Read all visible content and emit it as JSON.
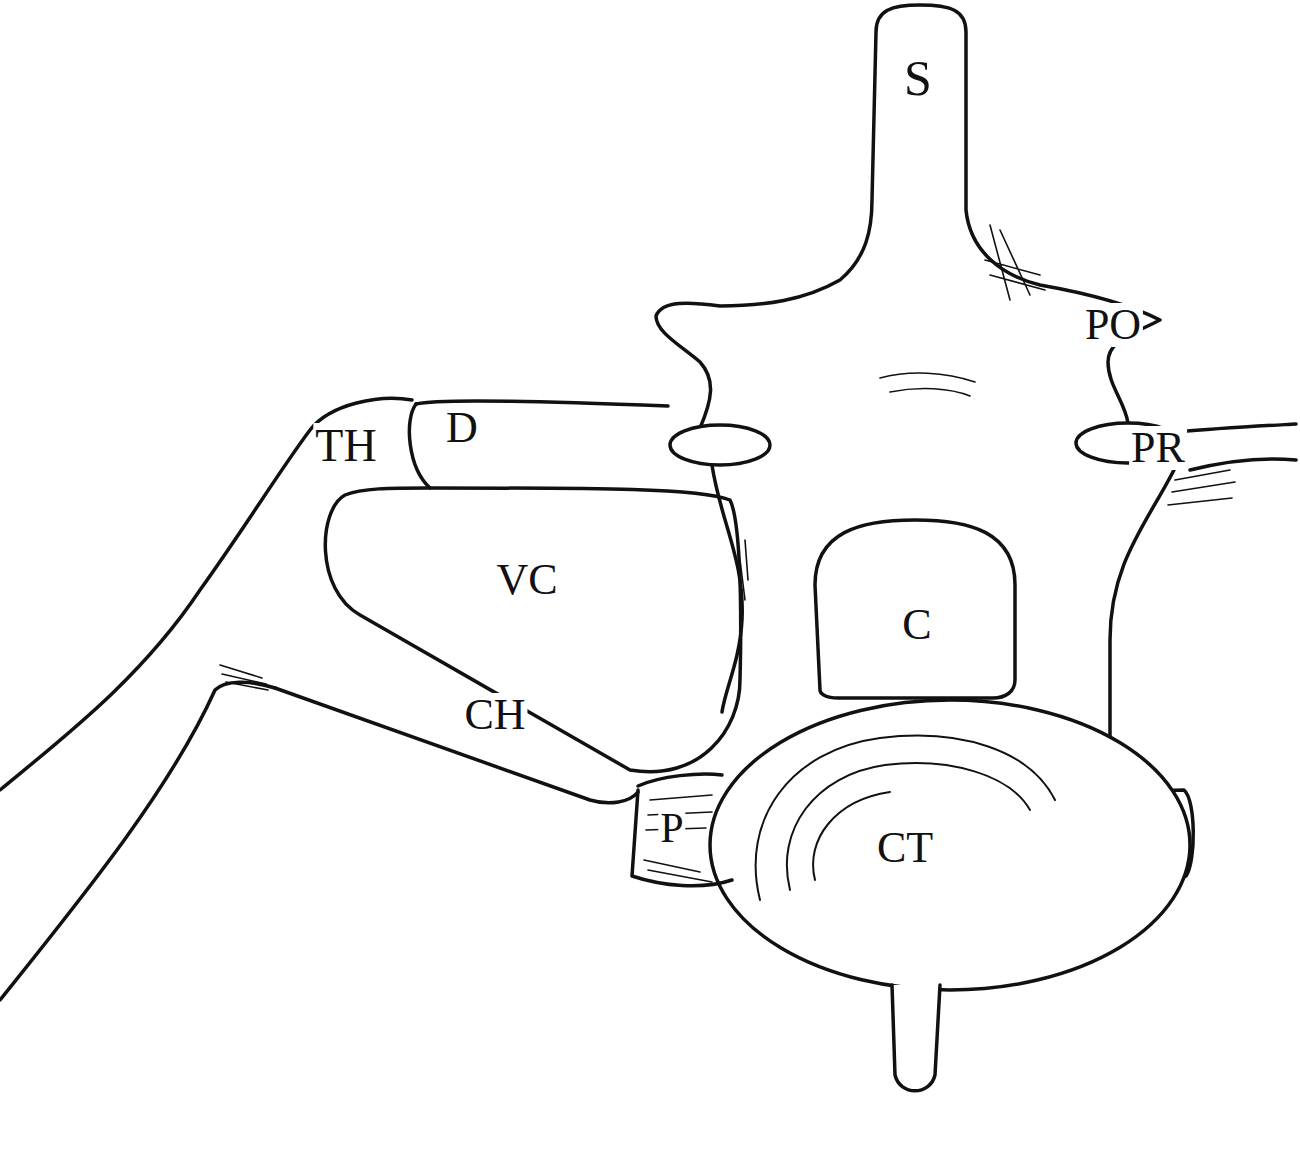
{
  "diagram": {
    "labels": [
      "S",
      "PO",
      "TH",
      "D",
      "PR",
      "VC",
      "C",
      "CH",
      "P",
      "CT"
    ]
  }
}
